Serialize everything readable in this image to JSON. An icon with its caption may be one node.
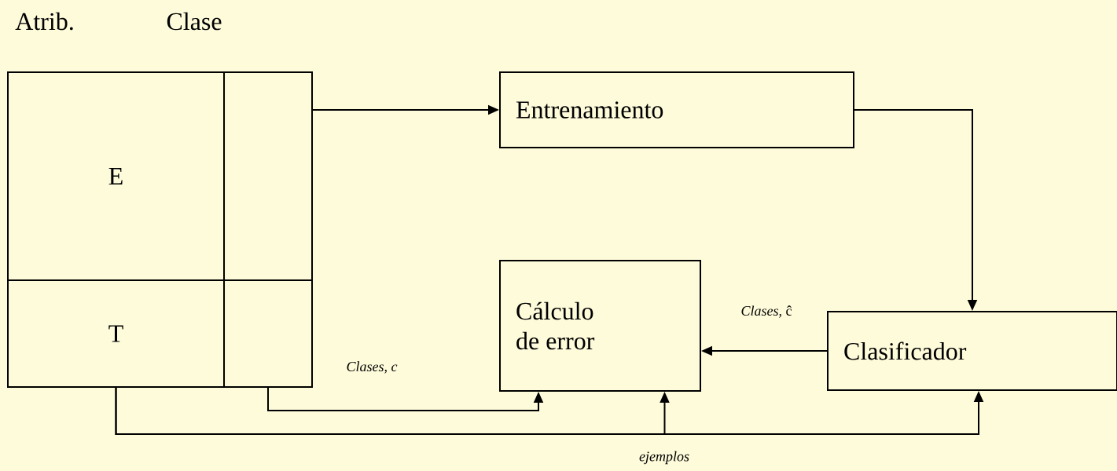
{
  "diagram": {
    "nodes": [
      {
        "text": [
          "E"
        ]
      },
      {
        "text": [],
        "shape": "box"
      },
      {
        "text": [
          "T"
        ]
      },
      {
        "text": [],
        "shape": "box"
      },
      {
        "text": [
          "Entrenamiento"
        ]
      },
      {
        "text": [
          "Cálculo de error"
        ]
      },
      {
        "text": [
          "Clasificador"
        ]
      }
    ],
    "edges": [
      {
        "from": 1,
        "to": 4,
        "arrow": "to"
      },
      {
        "from": 4,
        "to": 6,
        "arrow": "to"
      },
      {
        "from": 6,
        "to": 5,
        "arrow": "to",
        "label": "*Clases,*   ĉ"
      },
      {
        "from": 3,
        "to": 5,
        "arrow": "to",
        "label": "Clases, c"
      },
      {
        "from": 2,
        "to": 5,
        "arrow": "to"
      },
      {
        "from": 2,
        "to": 6,
        "arrow": "to",
        "label": "ejemplos"
      }
    ],
    "labels": [
      "Atrib.",
      "Clase"
    ]
  }
}
